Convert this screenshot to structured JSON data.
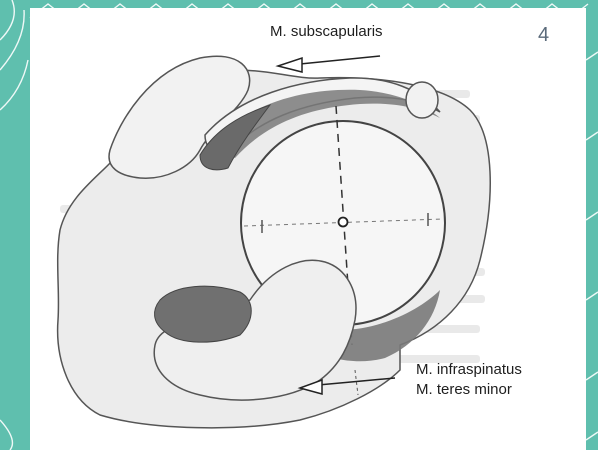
{
  "page_number": "4",
  "labels": {
    "top": "M. subscapularis",
    "bottom_line1": "M. infraspinatus",
    "bottom_line2": "M. teres minor"
  },
  "colors": {
    "frame_teal": "#5fbfae",
    "panel_bg": "#ffffff",
    "bone_fill": "#e9e9e9",
    "bone_stroke": "#4a4a4a",
    "muscle_dark": "#6e6e6e",
    "text": "#1e1e1e",
    "page_number": "#5a6a7a"
  }
}
